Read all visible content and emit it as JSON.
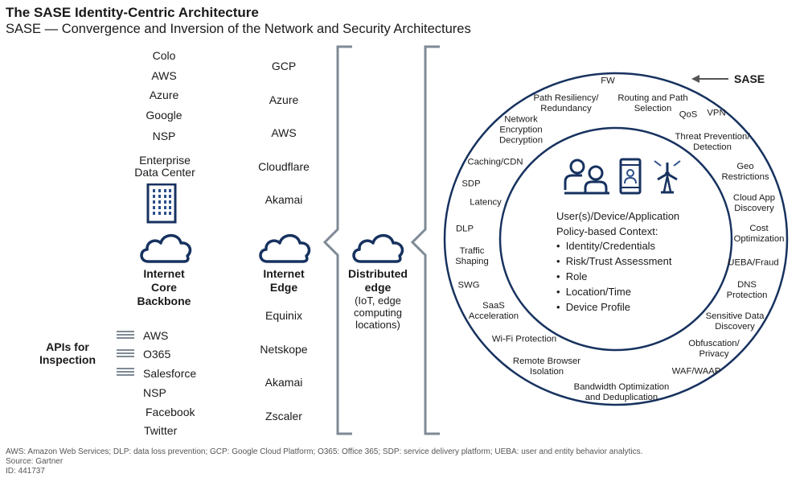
{
  "header": {
    "title": "The SASE Identity-Centric Architecture",
    "subtitle": "SASE — Convergence and Inversion of the Network and Security Architectures"
  },
  "left_column": {
    "providers": [
      "Colo",
      "AWS",
      "Azure",
      "Google",
      "NSP"
    ],
    "enterprise_label_line1": "Enterprise",
    "enterprise_label_line2": "Data Center",
    "core_label_line1": "Internet",
    "core_label_line2": "Core",
    "core_label_line3": "Backbone",
    "apis_label_line1": "APIs for",
    "apis_label_line2": "Inspection",
    "apis": [
      "AWS",
      "O365",
      "Salesforce",
      "NSP",
      "Facebook",
      "Twitter"
    ]
  },
  "edge_column": {
    "top_providers": [
      "GCP",
      "Azure",
      "AWS",
      "Cloudflare",
      "Akamai"
    ],
    "edge_label_line1": "Internet",
    "edge_label_line2": "Edge",
    "bottom_providers": [
      "Equinix",
      "Netskope",
      "Akamai",
      "Zscaler"
    ]
  },
  "distributed": {
    "label_line1": "Distributed",
    "label_line2": "edge",
    "sub_line1": "(IoT, edge",
    "sub_line2": "computing",
    "sub_line3": "locations)"
  },
  "sase": {
    "pointer_label": "SASE",
    "ring_items": [
      "FW",
      "Path Resiliency/\nRedundancy",
      "Routing and Path\nSelection",
      "QoS",
      "VPN",
      "Network\nEncryption\nDecryption",
      "Threat Prevention/\nDetection",
      "Caching/CDN",
      "Geo\nRestrictions",
      "SDP",
      "Cloud App\nDiscovery",
      "Latency",
      "Cost\nOptimization",
      "DLP",
      "Traffic\nShaping",
      "UEBA/Fraud",
      "DNS\nProtection",
      "SWG",
      "SaaS\nAcceleration",
      "Sensitive Data\nDiscovery",
      "Wi-Fi Protection",
      "Obfuscation/\nPrivacy",
      "Remote Browser\nIsolation",
      "WAF/WAAP",
      "Bandwidth Optimization\nand Deduplication"
    ],
    "inner": {
      "heading": "User(s)/Device/Application",
      "subheading": "Policy-based Context:",
      "bullets": [
        "Identity/Credentials",
        "Risk/Trust Assessment",
        "Role",
        "Location/Time",
        "Device Profile"
      ]
    }
  },
  "footer": {
    "note": "AWS: Amazon Web Services; DLP: data loss prevention; GCP: Google Cloud Platform; O365: Office 365; SDP: service delivery platform; UEBA: user and entity behavior analytics.",
    "source": "Source: Gartner",
    "id": "ID: 441737"
  },
  "colors": {
    "icon_navy": "#17325f",
    "icon_blue": "#2b4f8a",
    "bracket_gray": "#7f8a95",
    "footnote_gray": "#555555"
  }
}
